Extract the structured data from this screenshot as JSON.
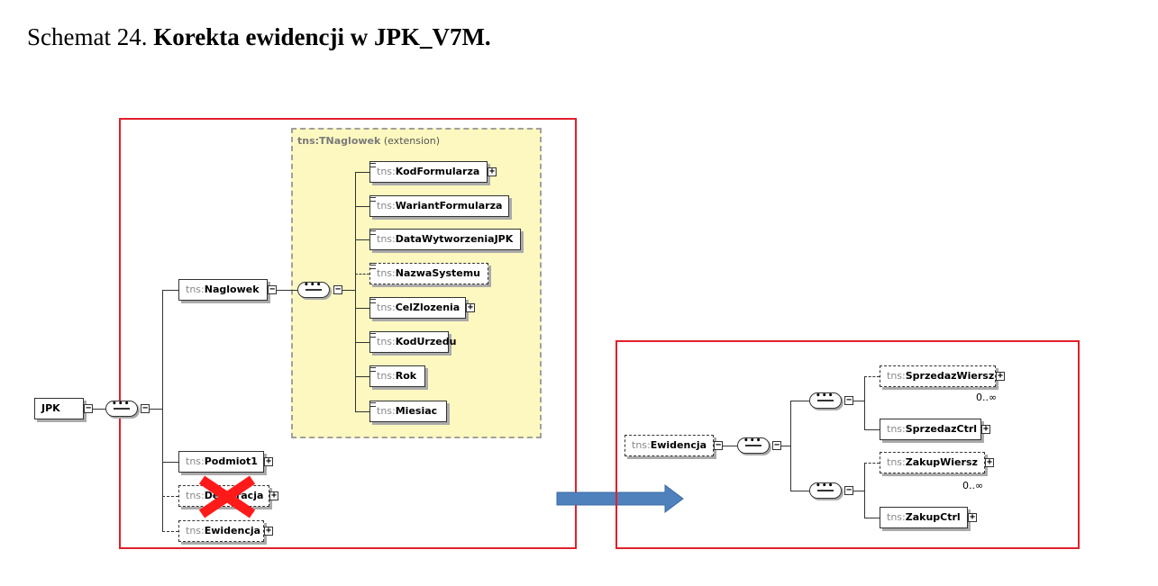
{
  "title": {
    "prefix": "Schemat 24. ",
    "bold": "Korekta ewidencji w JPK_V7M."
  },
  "left": {
    "root": {
      "name": "JPK"
    },
    "extension_label": {
      "type": "tns:TNaglowek",
      "kind": "(extension)"
    },
    "naglowek": {
      "ns": "tns:",
      "name": "Naglowek"
    },
    "header_children": [
      {
        "ns": "tns:",
        "name": "KodFormularza",
        "expandable": true
      },
      {
        "ns": "tns:",
        "name": "WariantFormularza",
        "expandable": false
      },
      {
        "ns": "tns:",
        "name": "DataWytworzeniaJPK",
        "expandable": false
      },
      {
        "ns": "tns:",
        "name": "NazwaSystemu",
        "expandable": false,
        "optional": true
      },
      {
        "ns": "tns:",
        "name": "CelZlozenia",
        "expandable": true
      },
      {
        "ns": "tns:",
        "name": "KodUrzedu",
        "expandable": false
      },
      {
        "ns": "tns:",
        "name": "Rok",
        "expandable": false
      },
      {
        "ns": "tns:",
        "name": "Miesiac",
        "expandable": false
      }
    ],
    "podmiot": {
      "ns": "tns:",
      "name": "Podmiot1"
    },
    "deklaracja": {
      "ns": "tns:",
      "name": "Deklaracja",
      "status": "removed"
    },
    "ewidencja": {
      "ns": "tns:",
      "name": "Ewidencja"
    }
  },
  "right": {
    "ewidencja": {
      "ns": "tns:",
      "name": "Ewidencja"
    },
    "sprzedaz_wiersz": {
      "ns": "tns:",
      "name": "SprzedazWiersz",
      "cardinality": "0..∞"
    },
    "sprzedaz_ctrl": {
      "ns": "tns:",
      "name": "SprzedazCtrl"
    },
    "zakup_wiersz": {
      "ns": "tns:",
      "name": "ZakupWiersz",
      "cardinality": "0..∞"
    },
    "zakup_ctrl": {
      "ns": "tns:",
      "name": "ZakupCtrl"
    }
  },
  "colors": {
    "frame": "#e0202a",
    "extension_bg": "#fcf8c0",
    "arrow": "#4f81bd",
    "cross": "#ff1a1a"
  }
}
